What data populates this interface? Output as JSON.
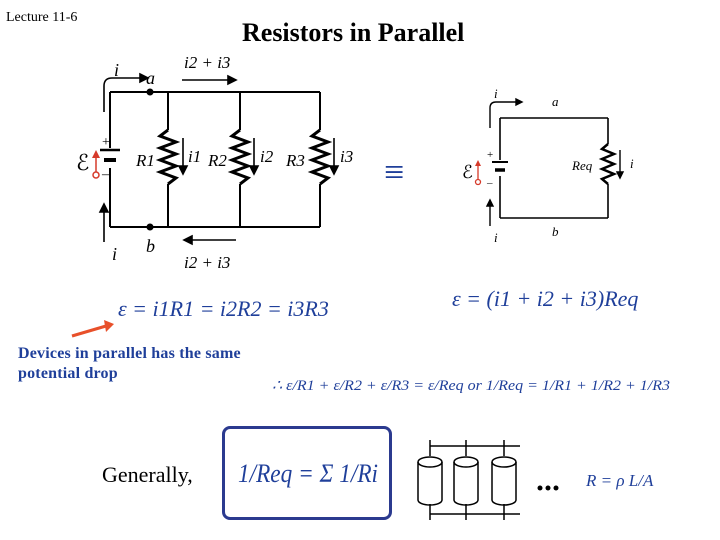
{
  "header": {
    "lecture": "Lecture 11-6",
    "title": "Resistors in Parallel"
  },
  "circuit_left": {
    "top_current": "i",
    "node_a": "a",
    "node_b": "b",
    "bottom_current": "i",
    "top_branch_current": "i2 + i3",
    "bottom_branch_current": "i2 + i3",
    "emf": "ℰ",
    "plus": "+",
    "minus": "–",
    "resistors": [
      {
        "label": "R1",
        "current": "i1"
      },
      {
        "label": "R2",
        "current": "i2"
      },
      {
        "label": "R3",
        "current": "i3"
      }
    ]
  },
  "equivalence_symbol": "≡",
  "circuit_right": {
    "top_current": "i",
    "node_a": "a",
    "node_b": "b",
    "bottom_current": "i",
    "emf": "ℰ",
    "plus": "+",
    "minus": "–",
    "resistor_label": "Req",
    "resistor_current": "i"
  },
  "equations": {
    "emf_equal_drops": "ε = i1R1 = i2R2 = i3R3",
    "emf_equivalent": "ε = (i1 + i2 + i3)Req",
    "therefore_line": "∴ ε/R1 + ε/R2 + ε/R3 = ε/Req  or  1/Req = 1/R1 + 1/R2 + 1/R3",
    "general": "1/Req = Σ 1/Ri",
    "resistivity": "R = ρ L/A"
  },
  "notes": {
    "parallel_note": "Devices in parallel has the same potential drop",
    "generally": "Generally,"
  },
  "colors": {
    "arrow_red": "#e8502a",
    "emf_red": "#d63a2a",
    "note_blue": "#1f3f9a",
    "box_border": "#2b3a8f",
    "math_blue": "#1f3f9a"
  }
}
